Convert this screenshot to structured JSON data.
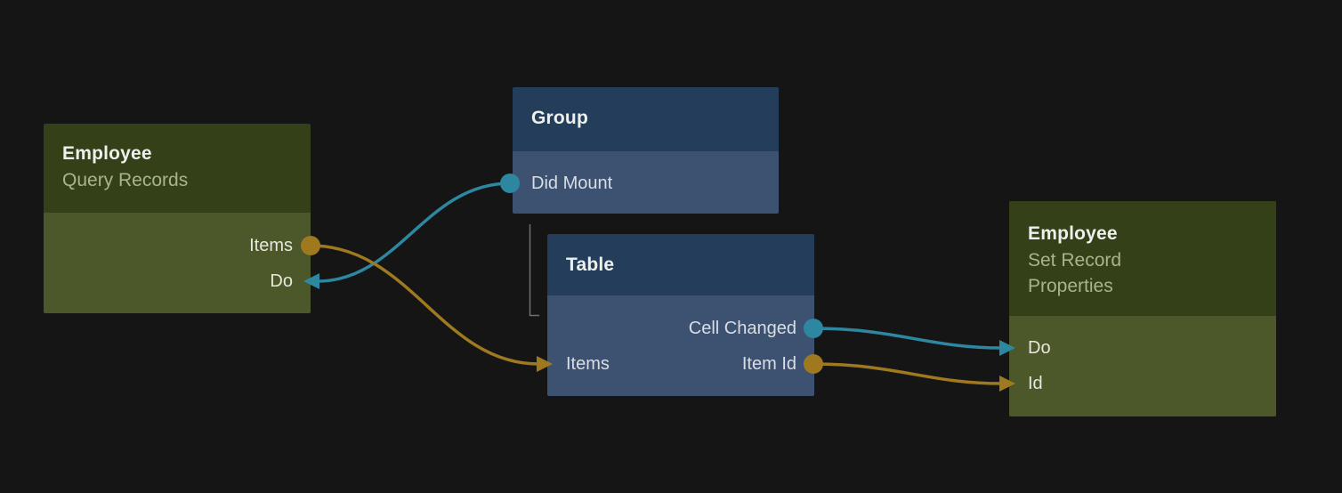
{
  "colors": {
    "background": "#151515",
    "green-header": "#344018",
    "green-body": "#4C572A",
    "blue-header": "#243D5A",
    "blue-body": "#3D5271",
    "teal": "#2E87A1",
    "orange": "#9E7920",
    "title-text": "#EEF0EC",
    "subtitle-text": "#A9B48F",
    "port-text-green": "#E6E8DD",
    "port-text-blue": "#D9DDE5",
    "hierarchy-line": "#6F6F6F"
  },
  "nodes": [
    {
      "title": "Employee",
      "subtitle": "Query Records",
      "ports": [
        {
          "label": "Items",
          "direction": "output",
          "color": "orange"
        },
        {
          "label": "Do",
          "direction": "input",
          "color": "teal"
        }
      ]
    },
    {
      "title": "Group",
      "ports": [
        {
          "label": "Did Mount",
          "direction": "output",
          "color": "teal"
        }
      ]
    },
    {
      "title": "Table",
      "ports": [
        {
          "label": "Cell Changed",
          "direction": "output",
          "color": "teal"
        },
        {
          "label": "Items",
          "direction": "input",
          "color": "orange"
        },
        {
          "label": "Item Id",
          "direction": "output",
          "color": "orange"
        }
      ]
    },
    {
      "title": "Employee",
      "subtitle": "Set Record Properties",
      "ports": [
        {
          "label": "Do",
          "direction": "input",
          "color": "teal"
        },
        {
          "label": "Id",
          "direction": "input",
          "color": "orange"
        }
      ]
    }
  ],
  "connections": [
    {
      "from_node": "Group",
      "from_port": "Did Mount",
      "to_node": "Employee Query Records",
      "to_port": "Do",
      "color": "teal"
    },
    {
      "from_node": "Employee Query Records",
      "from_port": "Items",
      "to_node": "Table",
      "to_port": "Items",
      "color": "orange"
    },
    {
      "from_node": "Table",
      "from_port": "Cell Changed",
      "to_node": "Employee Set Record Properties",
      "to_port": "Do",
      "color": "teal"
    },
    {
      "from_node": "Table",
      "from_port": "Item Id",
      "to_node": "Employee Set Record Properties",
      "to_port": "Id",
      "color": "orange"
    }
  ],
  "hierarchy": {
    "parent": "Group",
    "child": "Table"
  }
}
